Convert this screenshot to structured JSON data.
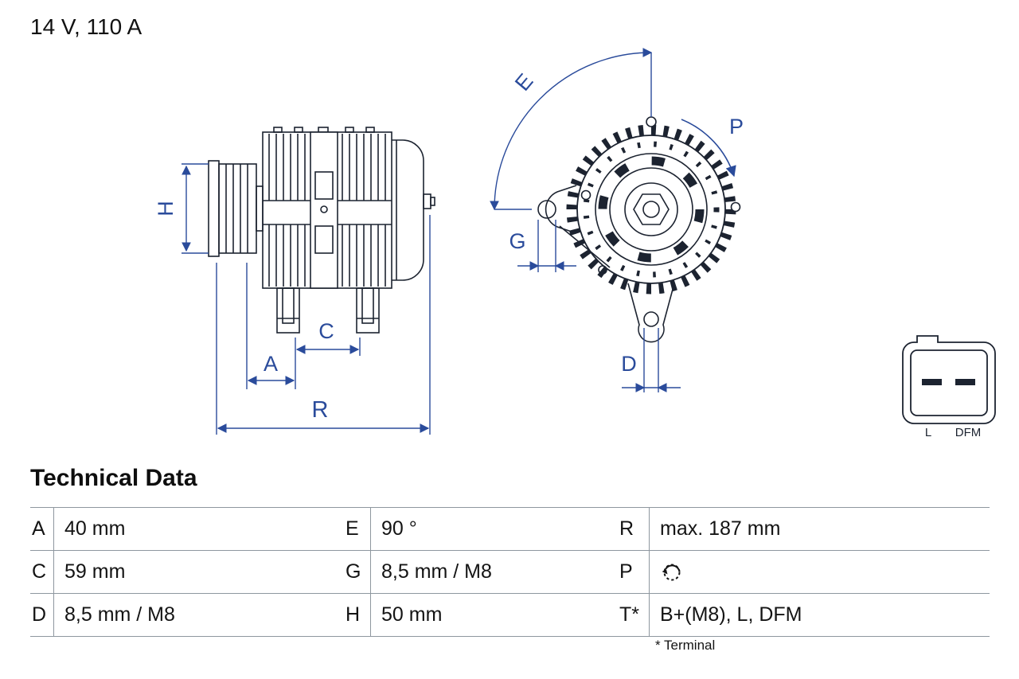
{
  "product": {
    "rating": "14 V, 110 A"
  },
  "diagram": {
    "dimension_labels": {
      "H": "H",
      "A": "A",
      "C": "C",
      "R": "R",
      "E": "E",
      "G": "G",
      "D": "D",
      "P": "P"
    },
    "connector": {
      "pin_left_label": "L",
      "pin_right_label": "DFM"
    },
    "colors": {
      "outline": "#1c2330",
      "dimension": "#2a4b9b",
      "table_line": "#8e979f"
    }
  },
  "technical_data": {
    "title": "Technical Data",
    "rows": [
      {
        "cells": [
          {
            "key": "A",
            "value": "40 mm"
          },
          {
            "key": "E",
            "value": "90 °"
          },
          {
            "key": "R",
            "value": "max. 187 mm"
          }
        ]
      },
      {
        "cells": [
          {
            "key": "C",
            "value": "59 mm"
          },
          {
            "key": "G",
            "value": "8,5 mm / M8"
          },
          {
            "key": "P",
            "value": "",
            "icon": "rotation-direction-icon"
          }
        ]
      },
      {
        "cells": [
          {
            "key": "D",
            "value": "8,5 mm / M8"
          },
          {
            "key": "H",
            "value": "50 mm"
          },
          {
            "key": "T*",
            "value": "B+(M8), L, DFM"
          }
        ]
      }
    ],
    "footnote": "* Terminal"
  }
}
